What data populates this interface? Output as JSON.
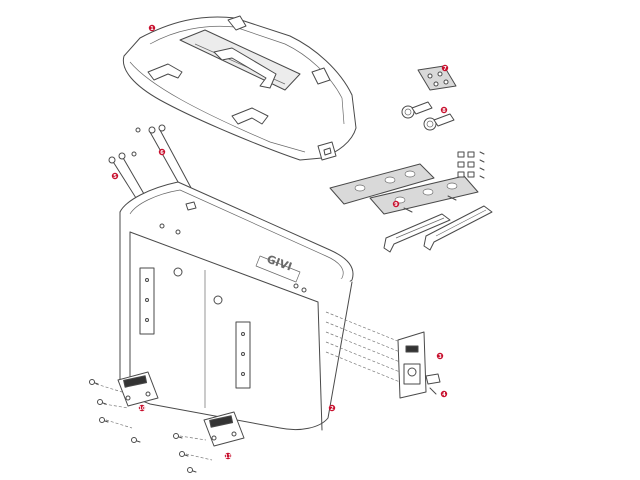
{
  "diagram": {
    "brand_mark": "GIVI",
    "parts": [
      {
        "id": "lid",
        "number": "1"
      },
      {
        "id": "container",
        "number": "2"
      },
      {
        "id": "lock-assembly",
        "number": "3"
      },
      {
        "id": "lock-key",
        "number": "4"
      },
      {
        "id": "lid-tether-left",
        "number": "5"
      },
      {
        "id": "lid-tether-right",
        "number": "6"
      },
      {
        "id": "latch-plate",
        "number": "7"
      },
      {
        "id": "latch-pins",
        "number": "8"
      },
      {
        "id": "gasket-strips",
        "number": "9"
      },
      {
        "id": "mount-bracket-lower-left",
        "number": "10"
      },
      {
        "id": "mount-bracket-lower-right",
        "number": "11"
      }
    ],
    "colors": {
      "callout": "#c8102e",
      "line": "#4a4a4a",
      "shade": "#d9d9d9"
    }
  }
}
